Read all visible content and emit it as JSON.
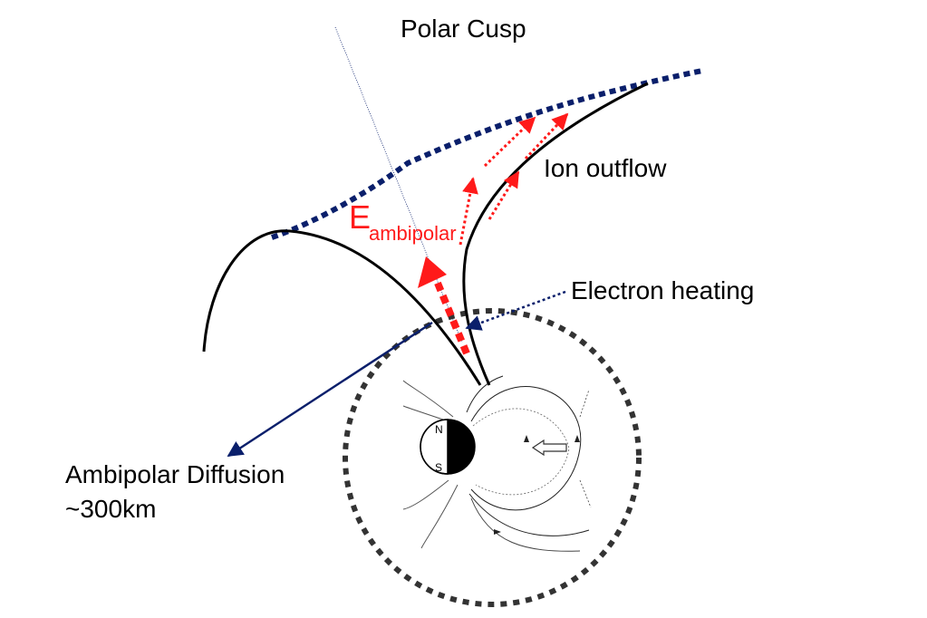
{
  "labels": {
    "polar_cusp": "Polar Cusp",
    "ion_outflow": "Ion outflow",
    "e_ambipolar_main": "E",
    "e_ambipolar_sub": "ambipolar",
    "electron_heating": "Electron heating",
    "ambipolar_diffusion": "Ambipolar Diffusion",
    "ambipolar_height": "~300km",
    "north_pole": "N",
    "south_pole": "S"
  },
  "colors": {
    "accent_red": "#ff1a1a",
    "navy": "#0a1f6b",
    "field_line": "#000000",
    "circle_dots": "#333333",
    "text": "#000000"
  }
}
